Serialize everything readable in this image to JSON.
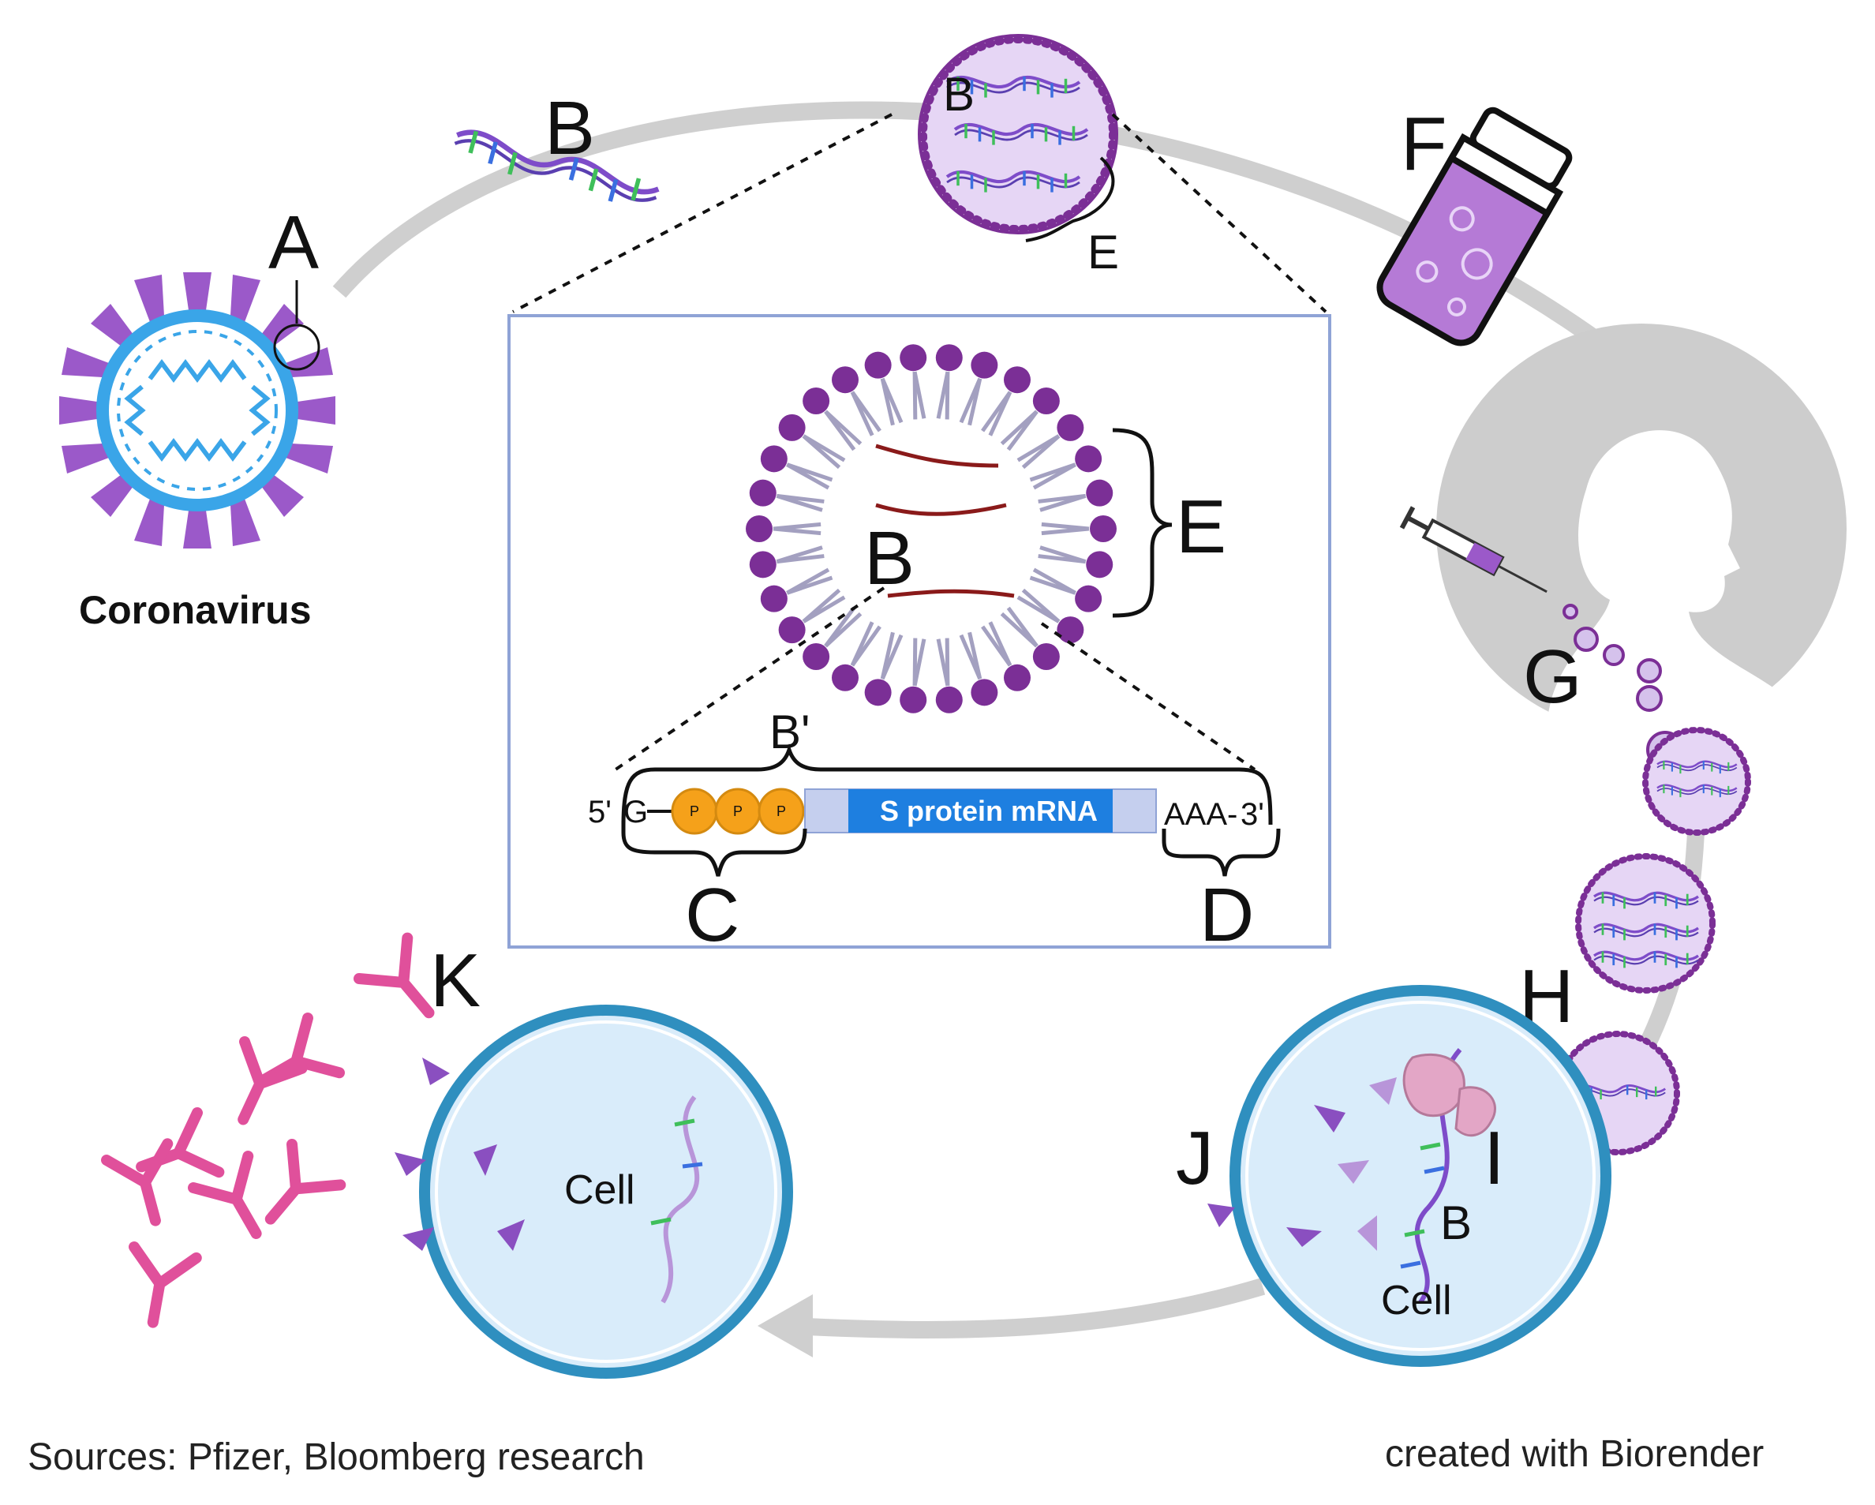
{
  "labels": {
    "A": "A",
    "B_top": "B",
    "B_particle": "B",
    "E_particle": "E",
    "F": "F",
    "B_inset": "B",
    "E_inset": "E",
    "B_prime": "B'",
    "C": "C",
    "D": "D",
    "G": "G",
    "H": "H",
    "I": "I",
    "J": "J",
    "K": "K",
    "B_cell": "B"
  },
  "coronavirus_label": "Coronavirus",
  "mrna": {
    "five_prime": "5'",
    "cap_g": "G",
    "phosphates": [
      "P",
      "P",
      "P"
    ],
    "coding_label": "S protein mRNA",
    "tail": "AAA-",
    "three_prime": "3'"
  },
  "cells": {
    "left_label": "Cell",
    "right_label": "Cell"
  },
  "footer": {
    "sources": "Sources: Pfizer, Bloomberg research",
    "credit": "created with Biorender"
  },
  "colors": {
    "cycle_arrow": "#cfcfcf",
    "virus_spike": "#9b59c9",
    "virus_envelope": "#3aa5e8",
    "lipid_head": "#7b2f96",
    "lipid_tail": "#a3a0c0",
    "cell_fill": "#d9ecfa",
    "cell_border": "#2f8fbf",
    "antibody": "#e0509b",
    "protein": "#8a4fc0",
    "ribosome": "#e3a6c6",
    "phosphate": "#f5a11a",
    "coding_box": "#1e7fe0",
    "utr_box": "#c5cfee",
    "inset_border": "#8fa3d6",
    "rna_red": "#8a1a1a"
  }
}
